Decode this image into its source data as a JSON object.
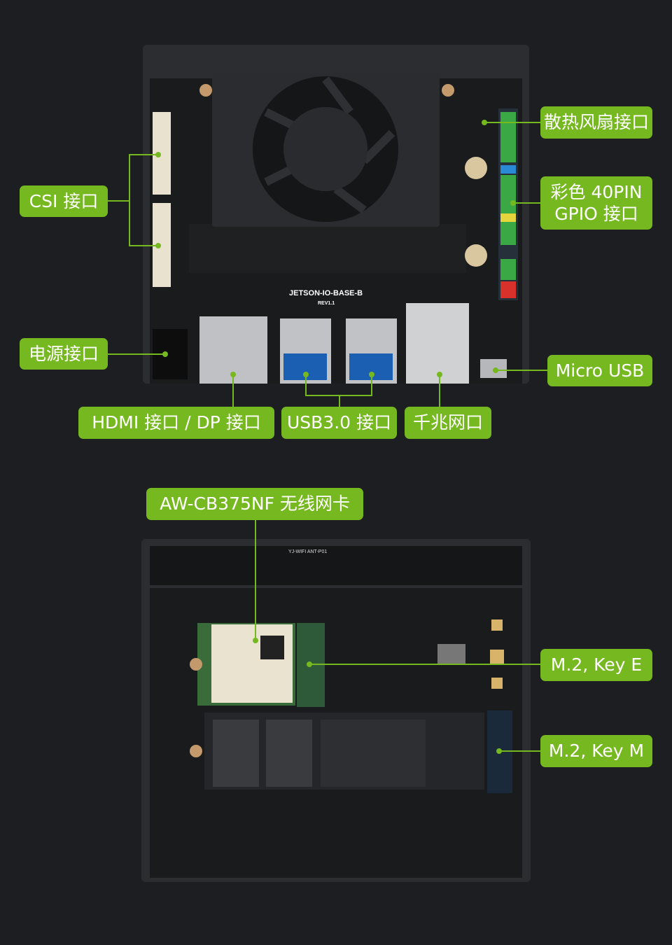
{
  "colors": {
    "background": "#1d1e22",
    "label_green": "#76b81f",
    "board": "#2a2b2e"
  },
  "top_board": {
    "silkscreen": "JETSON-IO-BASE-B",
    "revision": "REV1.1",
    "fan_label": "散热风扇接口",
    "gpio_label_line1": "彩色 40PIN",
    "gpio_label_line2": "GPIO 接口",
    "csi_label": "CSI 接口",
    "power_label": "电源接口",
    "micro_usb_label": "Micro USB",
    "hdmi_dp_label": "HDMI 接口 / DP 接口",
    "usb3_label": "USB3.0 接口",
    "ethernet_label": "千兆网口"
  },
  "bottom_board": {
    "wifi_card_label": "AW-CB375NF 无线网卡",
    "antenna_silkscreen": "YJ-WIFI ANT-P01",
    "m2_key_e_label": "M.2, Key E",
    "m2_key_m_label": "M.2, Key M"
  }
}
